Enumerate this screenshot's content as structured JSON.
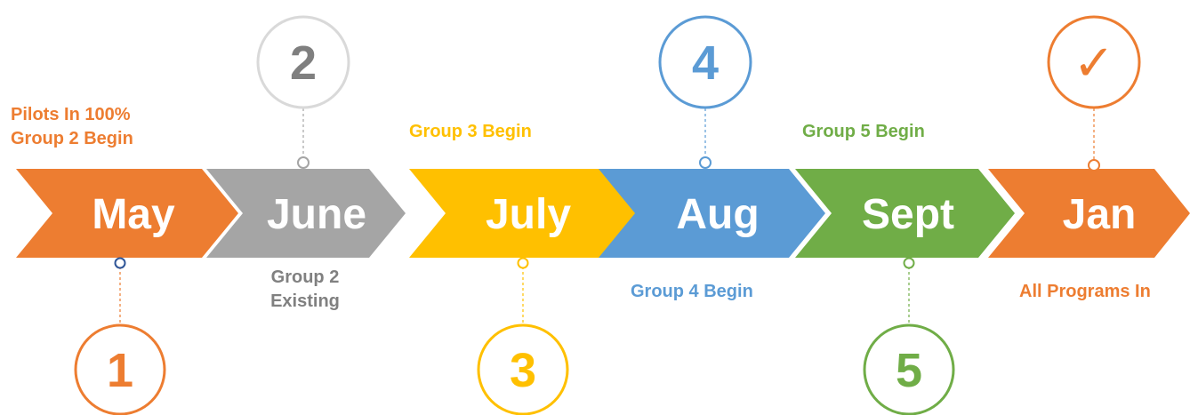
{
  "colors": {
    "orange": "#ED7D31",
    "gray": "#A5A5A5",
    "gray_dark": "#7F7F7F",
    "yellow": "#FFC000",
    "blue": "#5B9BD5",
    "green": "#70AD47",
    "navy": "#2F5597"
  },
  "steps": [
    {
      "month": "May",
      "badge": "1",
      "color": "#ED7D31",
      "badge_text_color": "#ED7D31"
    },
    {
      "month": "June",
      "badge": "2",
      "color": "#A5A5A5",
      "badge_text_color": "#7F7F7F"
    },
    {
      "month": "July",
      "badge": "3",
      "color": "#FFC000",
      "badge_text_color": "#FFC000"
    },
    {
      "month": "Aug",
      "badge": "4",
      "color": "#5B9BD5",
      "badge_text_color": "#5B9BD5"
    },
    {
      "month": "Sept",
      "badge": "5",
      "color": "#70AD47",
      "badge_text_color": "#70AD47"
    },
    {
      "month": "Jan",
      "badge": "✓",
      "badge_icon": "checkmark-icon",
      "color": "#ED7D31",
      "badge_text_color": "#ED7D31"
    }
  ],
  "labels": {
    "may_line1": "Pilots In 100%",
    "may_line2": "Group 2 Begin",
    "june_line1": "Group 2",
    "june_line2": "Existing",
    "july": "Group 3 Begin",
    "aug": "Group 4 Begin",
    "sept": "Group 5 Begin",
    "jan": "All Programs In"
  }
}
